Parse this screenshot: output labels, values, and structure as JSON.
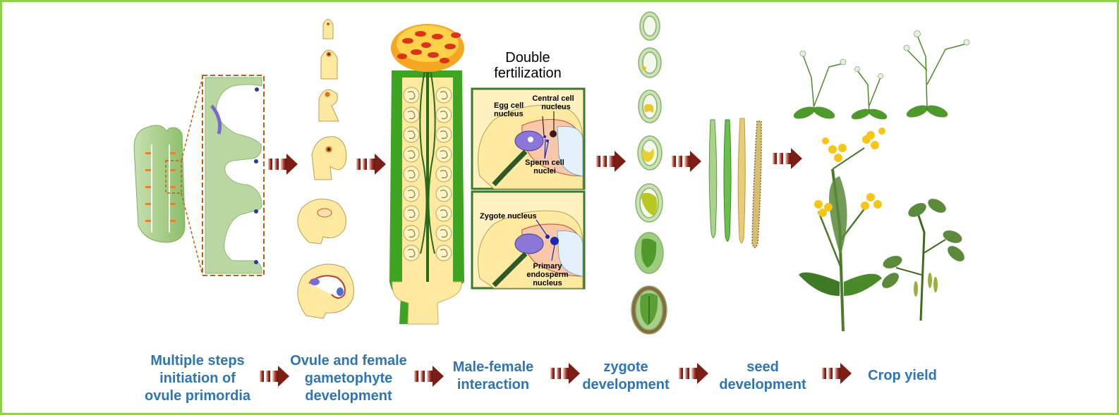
{
  "colors": {
    "border": "#92d050",
    "label_blue": "#2e75b6",
    "arrow_dark": "#7b1f16",
    "ovule_yellow": "#fde9a0",
    "tissue_green": "#a9d18e",
    "pistil_green": "#38a020",
    "dashed_box": "#c55a11",
    "flower_yellow": "#f5c518"
  },
  "stages": [
    {
      "lines": [
        "Multiple steps",
        "initiation of",
        "ovule primordia"
      ]
    },
    {
      "lines": [
        "Ovule and female",
        "gametophyte",
        "development"
      ]
    },
    {
      "lines": [
        "Male-female",
        "interaction"
      ]
    },
    {
      "lines": [
        "zygote",
        "development"
      ]
    },
    {
      "lines": [
        "seed",
        "development"
      ]
    },
    {
      "lines": [
        "Crop yield"
      ]
    }
  ],
  "double_fertilization": {
    "title_lines": [
      "Double",
      "fertilization"
    ],
    "top_panel": {
      "egg_lines": [
        "Egg cell",
        "nucleus"
      ],
      "central_lines": [
        "Central cell",
        "nucleus"
      ],
      "sperm_lines": [
        "Sperm cell",
        "nuclei"
      ]
    },
    "bottom_panel": {
      "zygote": "Zygote nucleus",
      "endosperm_lines": [
        "Primary",
        "endosperm",
        "nucleus"
      ]
    }
  }
}
